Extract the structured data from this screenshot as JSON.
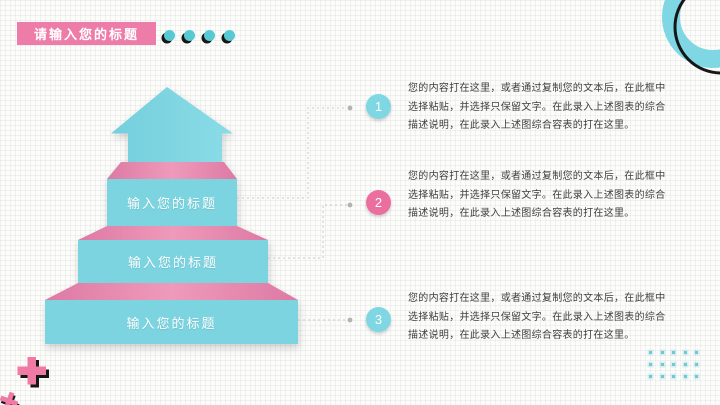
{
  "title": {
    "label": "请输入您的标题"
  },
  "pyramid": {
    "levels": [
      {
        "label": "输入您的标题"
      },
      {
        "label": "输入您的标题"
      },
      {
        "label": "输入您的标题"
      }
    ],
    "face_color": "#7bd4e0",
    "top_color": "#ef97b9"
  },
  "items": [
    {
      "number": "1",
      "badge_color": "#7ed7e2",
      "lines": [
        "您的内容打在这里，或者通过复制您的文本后，在此框中",
        "选择粘贴，并选择只保留文字。在此录入上述图表的综合",
        "描述说明，在此录入上述图综合容表的打在这里。"
      ]
    },
    {
      "number": "2",
      "badge_color": "#ec6e9e",
      "lines": [
        "您的内容打在这里，或者通过复制您的文本后，在此框中",
        "选择粘贴，并选择只保留文字。在此录入上述图表的综合",
        "描述说明，在此录入上述图综合容表的打在这里。"
      ]
    },
    {
      "number": "3",
      "badge_color": "#7ed7e2",
      "lines": [
        "您的内容打在这里，或者通过复制您的文本后，在此框中",
        "选择粘贴，并选择只保留文字。在此录入上述图表的综合",
        "描述说明，在此录入上述图综合容表的打在这里。"
      ]
    }
  ],
  "decorations": {
    "title_dots_count": 4,
    "title_dot_color": "#56c9d5",
    "ring_color": "#7ed7e2",
    "plus_color": "#ef7aa4",
    "outline_black": "#161616",
    "connector_color": "#c8c8c8",
    "dot_grid": {
      "rows": 3,
      "cols": 5,
      "color": "#70c8d4"
    }
  },
  "colors": {
    "background": "#fcfcfb",
    "badge_pink": "#ee7ca8",
    "body_text": "#3f3f3f"
  }
}
